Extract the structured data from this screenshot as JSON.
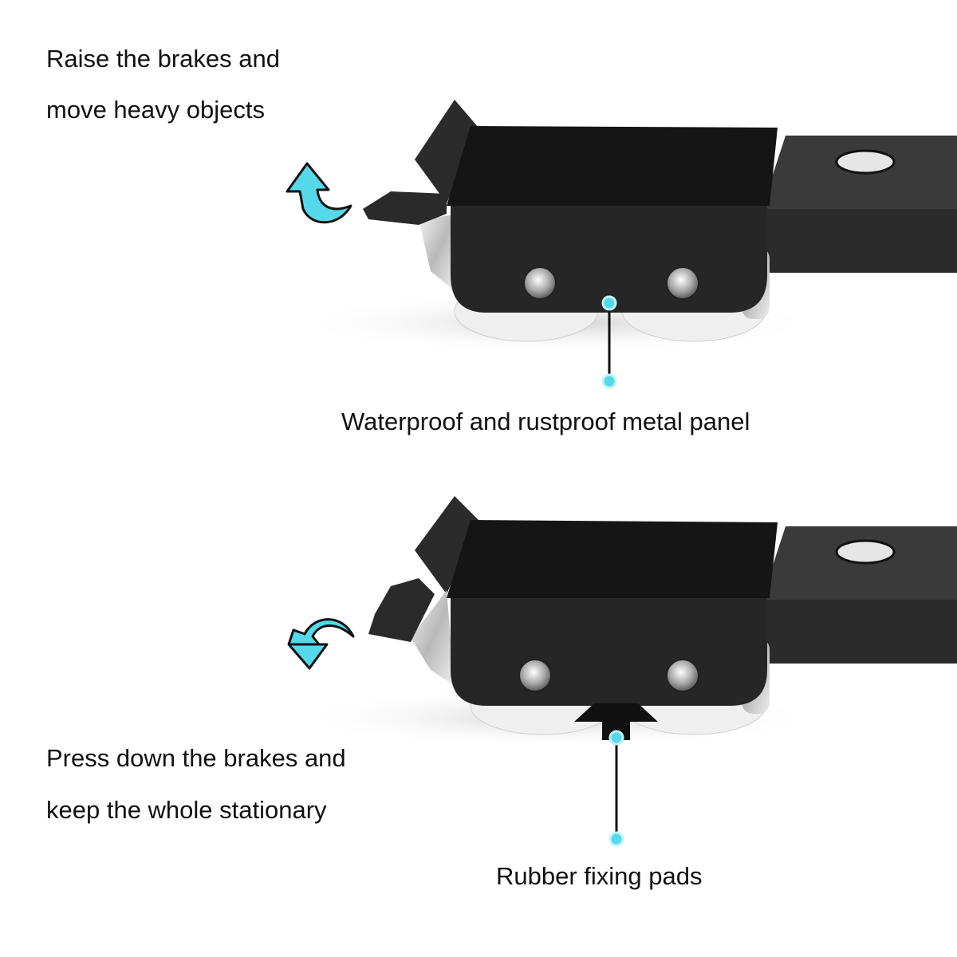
{
  "top_section": {
    "caption_line1": "Raise the brakes and",
    "caption_line2": "move heavy objects",
    "callout_label": "Waterproof and rustproof metal panel",
    "arrow_icon": "curved-arrow-up-icon"
  },
  "bottom_section": {
    "caption_line1": "Press down the brakes and",
    "caption_line2": "keep the whole stationary",
    "callout_label": "Rubber fixing pads",
    "arrow_icon": "curved-arrow-down-icon"
  },
  "colors": {
    "accent": "#4fd8e8",
    "product_body": "#262626",
    "text": "#111111"
  }
}
